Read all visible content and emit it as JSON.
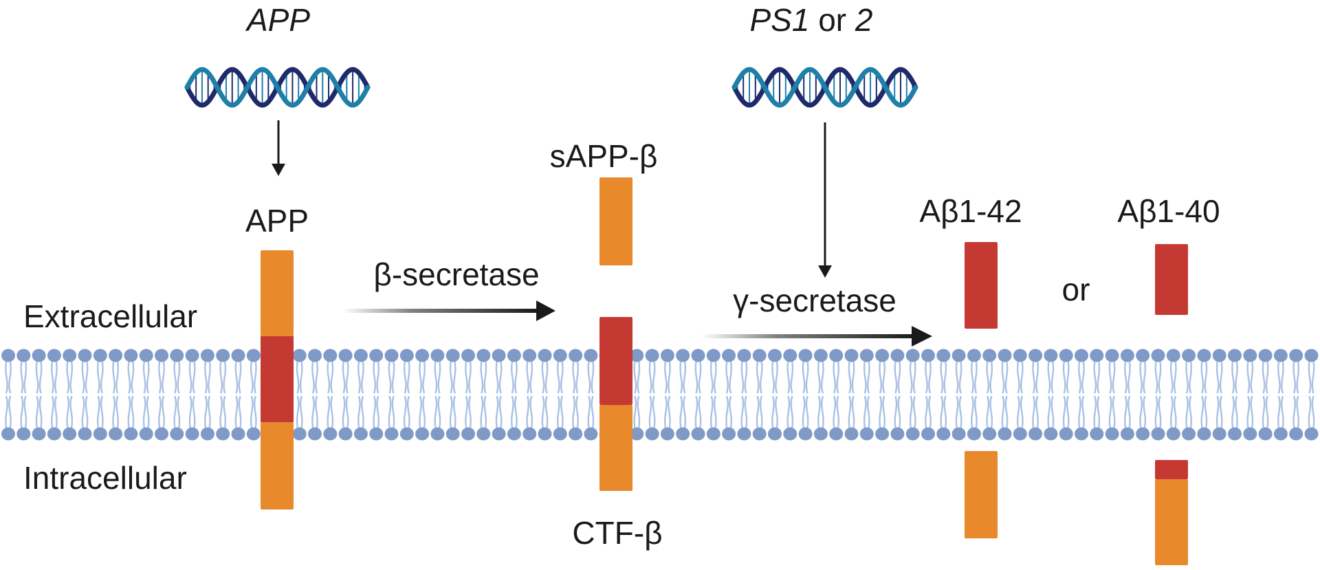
{
  "labels": {
    "app_gene": "APP",
    "ps_gene_italic": "PS1",
    "ps_gene_or": "or",
    "ps_gene_two": "2",
    "app_protein": "APP",
    "beta_secretase": "β-secretase",
    "gamma_secretase": "γ-secretase",
    "sapp_beta": "sAPP-β",
    "ctf_beta": "CTF-β",
    "abeta_42": "Aβ1-42",
    "abeta_40": "Aβ1-40",
    "or_between": "or",
    "extracellular": "Extracellular",
    "intracellular": "Intracellular"
  },
  "colors": {
    "orange": "#E8892C",
    "red": "#C43A33",
    "membrane_head": "#7F9AC6",
    "membrane_tail": "#A9C1E6",
    "dna_dark": "#1F2A6B",
    "dna_teal": "#1E7FA8",
    "arrow": "#1a1a1a"
  }
}
